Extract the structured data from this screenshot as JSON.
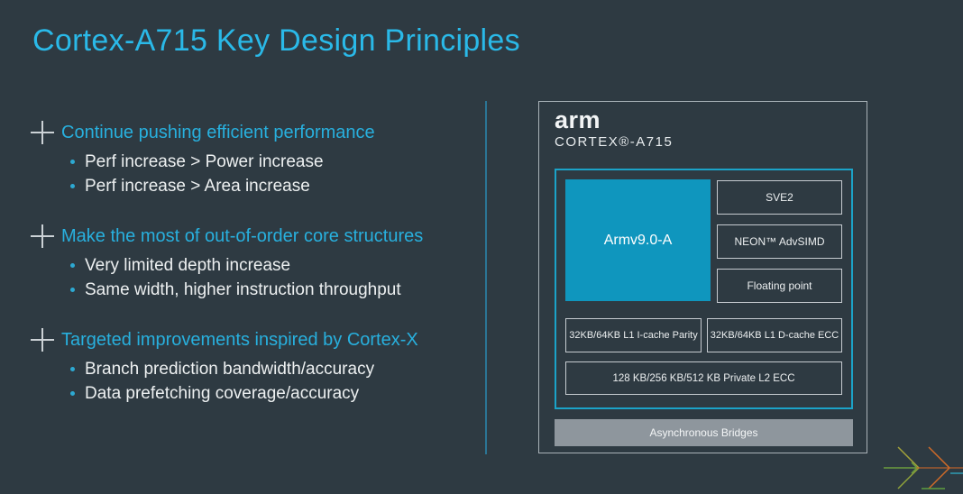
{
  "slide": {
    "title": "Cortex-A715 Key Design Principles",
    "sections": [
      {
        "heading": "Continue pushing efficient performance",
        "bullets": [
          "Perf increase > Power increase",
          "Perf increase > Area increase"
        ]
      },
      {
        "heading": "Make the most of out-of-order core structures",
        "bullets": [
          "Very limited depth increase",
          "Same width, higher instruction throughput"
        ]
      },
      {
        "heading": "Targeted improvements inspired by Cortex-X",
        "bullets": [
          "Branch prediction bandwidth/accuracy",
          "Data prefetching coverage/accuracy"
        ]
      }
    ]
  },
  "diagram": {
    "brand": "arm",
    "product": "CORTEX®-A715",
    "core": "Armv9.0-A",
    "units": [
      "SVE2",
      "NEON™ AdvSIMD",
      "Floating point"
    ],
    "caches_l1": [
      "32KB/64KB L1 I-cache Parity",
      "32KB/64KB L1 D-cache ECC"
    ],
    "cache_l2": "128 KB/256 KB/512 KB Private L2 ECC",
    "bridge": "Asynchronous Bridges"
  },
  "colors": {
    "background": "#2e3a42",
    "title_cyan": "#2ab9e8",
    "heading_cyan": "#28b0de",
    "body_text": "#edf0f1",
    "core_fill": "#0f96be",
    "inner_border": "#1ba3c8",
    "outer_border": "#a9b2b8",
    "bridge_fill": "#8e969d",
    "divider": "#2b7595",
    "art_green": "#8fa33a",
    "art_orange": "#cf6a28",
    "art_teal": "#2f9db5"
  }
}
